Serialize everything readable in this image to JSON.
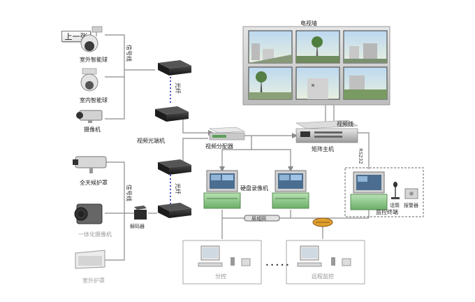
{
  "nav": {
    "prev_label": "上一张"
  },
  "cameras": {
    "outdoor_dome": "室外智能球",
    "indoor_dome": "室内智能球",
    "camera": "摄像机",
    "full_protection_housing": "全天候护罩",
    "integrated_camera": "一体化摄像机",
    "housing": "室外护罩"
  },
  "links": {
    "signal_line_top": "信号线",
    "signal_line_bottom": "信号线",
    "fiber_top": "光纤",
    "fiber_bottom": "光纤",
    "video_line": "视频线",
    "rs232": "RS232",
    "network": "局域网"
  },
  "devices": {
    "fiber_transceiver": "视频光端机",
    "video_distributor": "视频分配器",
    "matrix_host": "矩阵主机",
    "disk_recorder": "硬盘录像机",
    "monitor_terminal": "监控终端",
    "decoder": "解码器",
    "tv_wall": "电视墙",
    "pickup": "话筒",
    "alarm": "报警器",
    "client_1": "分控",
    "client_2": "远程监控"
  },
  "colors": {
    "line": "#8a8a8a",
    "fiber_dot": "#4a55c8",
    "server_green": "#8fc98a",
    "device_dark": "#2b2b2b",
    "screen_sky": "#9fc4e6"
  }
}
